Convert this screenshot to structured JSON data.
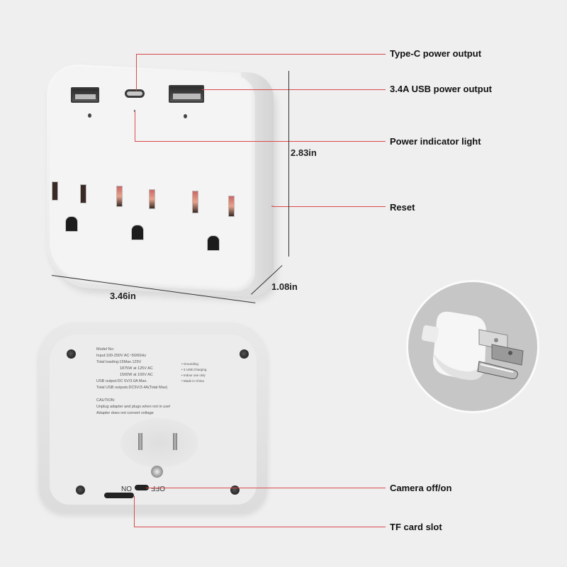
{
  "product": {
    "name": "3-outlet wall adapter with USB ports",
    "front_view": {
      "ports": [
        {
          "type": "USB-A",
          "has_indicator": true
        },
        {
          "type": "USB-C",
          "has_indicator": false
        },
        {
          "type": "USB-A",
          "has_indicator": true
        }
      ],
      "outlets": 3
    },
    "back_view": {
      "spec_label": {
        "lines": [
          "Model No:",
          "Input:100-250V AC~50/60Hz",
          "Total loading:15Max.125V",
          "1875W at 125V AC",
          "1500W at 100V AC",
          "USB output:DC 5V/3.0A Max.",
          "Total USB outputs:DC5V/3.4A(Total Max)"
        ],
        "caution_title": "CAUTION:",
        "caution_lines": [
          "Unplug adapter and plugs when not in use!",
          "Adapter does not convert voltage"
        ],
        "features": [
          "• Grounding",
          "• 3 USB Charging",
          "• Indoor use only",
          "• Made in China"
        ]
      },
      "switch_labels": {
        "on": "ON",
        "off": "OFF"
      }
    }
  },
  "callouts": {
    "type_c": "Type-C power output",
    "usb_34a": "3.4A USB power output",
    "power_indicator": "Power indicator light",
    "reset": "Reset",
    "camera": "Camera off/on",
    "tf_slot": "TF card slot"
  },
  "dimensions": {
    "height": "2.83in",
    "width": "3.46in",
    "depth": "1.08in"
  },
  "colors": {
    "background": "#efefef",
    "leader_line": "#d9494c",
    "dimension_line": "#333333",
    "label_text": "#111111",
    "plug_circle": "#c6c6c6"
  }
}
